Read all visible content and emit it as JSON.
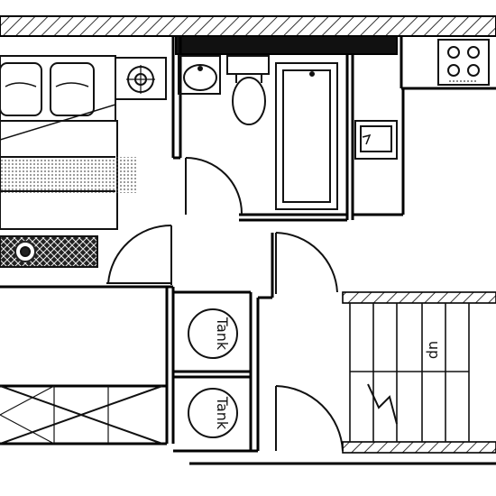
{
  "plan": {
    "labels": {
      "tank_upper": "Tank",
      "tank_lower": "Tank",
      "stair_direction": "up"
    },
    "colors": {
      "wall": "#000000",
      "line": "#111111",
      "hatch": "#333333",
      "fill_black": "#111111",
      "dotted": "#555555"
    },
    "icons": [
      "sofa-icon",
      "stove-icon",
      "washbasin-icon",
      "toilet-icon",
      "bathtub-icon",
      "kitchen-sink-icon",
      "cooktop-icon",
      "rug-icon"
    ]
  }
}
